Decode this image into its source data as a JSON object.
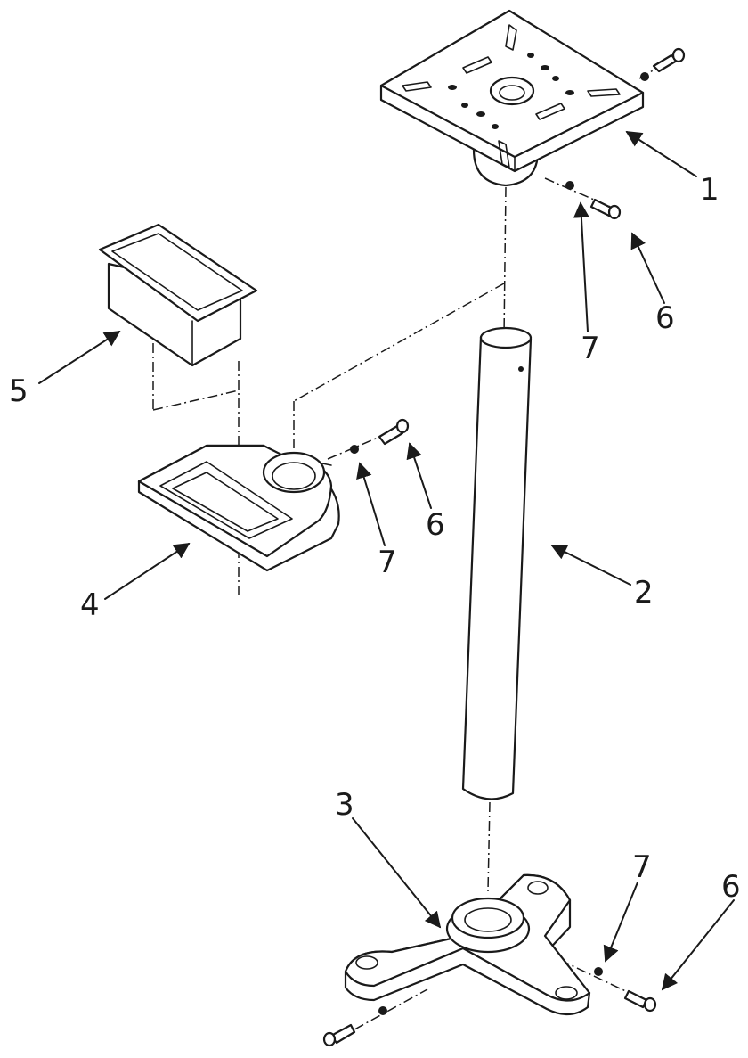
{
  "callouts": [
    {
      "id": "c1",
      "label": "1"
    },
    {
      "id": "c2",
      "label": "2"
    },
    {
      "id": "c3",
      "label": "3"
    },
    {
      "id": "c4",
      "label": "4"
    },
    {
      "id": "c5",
      "label": "5"
    },
    {
      "id": "c6a",
      "label": "6"
    },
    {
      "id": "c6b",
      "label": "6"
    },
    {
      "id": "c6c",
      "label": "6"
    },
    {
      "id": "c7a",
      "label": "7"
    },
    {
      "id": "c7b",
      "label": "7"
    },
    {
      "id": "c7c",
      "label": "7"
    }
  ],
  "colors": {
    "line": "#1a1a1a",
    "background": "#ffffff"
  }
}
